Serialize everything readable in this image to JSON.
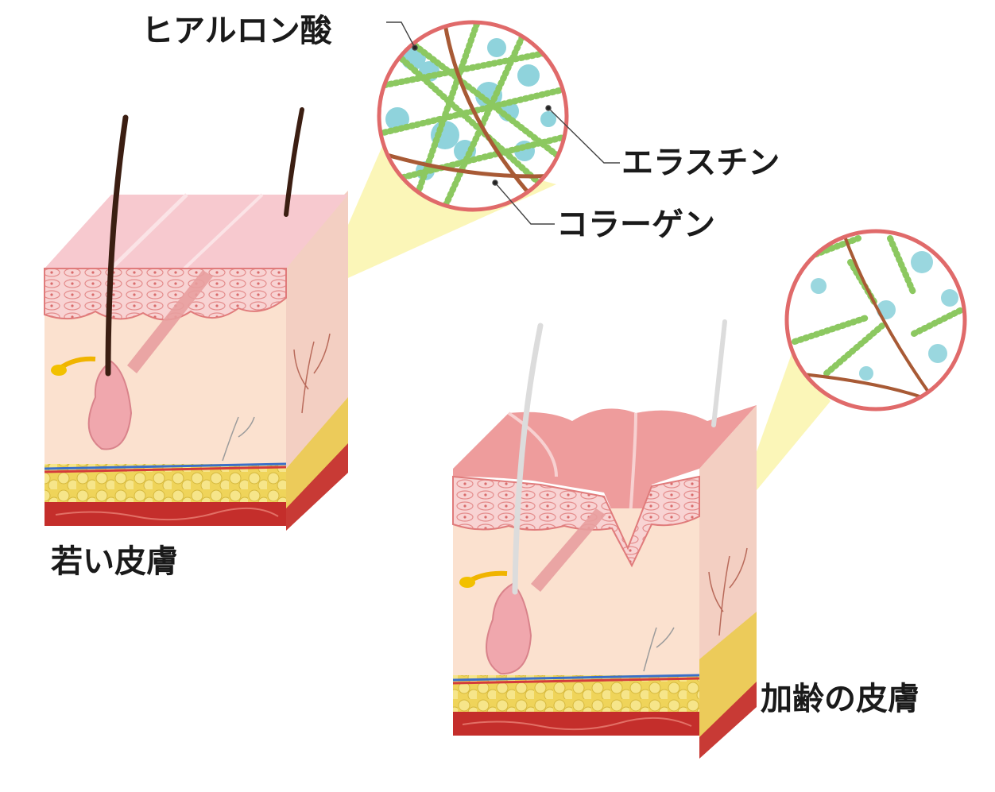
{
  "labels": {
    "hyaluronic_acid": "ヒアルロン酸",
    "elastin": "エラスチン",
    "collagen": "コラーゲン",
    "young_skin": "若い皮膚",
    "aged_skin": "加齢の皮膚"
  },
  "colors": {
    "epidermis": "#f6c6cc",
    "dermis": "#fbe0cf",
    "fat": "#f3df6a",
    "muscle": "#c9302c",
    "collagen": "#a85a35",
    "elastin": "#8cc860",
    "hyaluronic": "#8fd3dc",
    "magnifier": "#fbf7b6",
    "ring": "#e06a6a"
  },
  "icons": [
    "magnifier-circle",
    "hair-follicle",
    "fat-cells",
    "blood-vessel"
  ]
}
